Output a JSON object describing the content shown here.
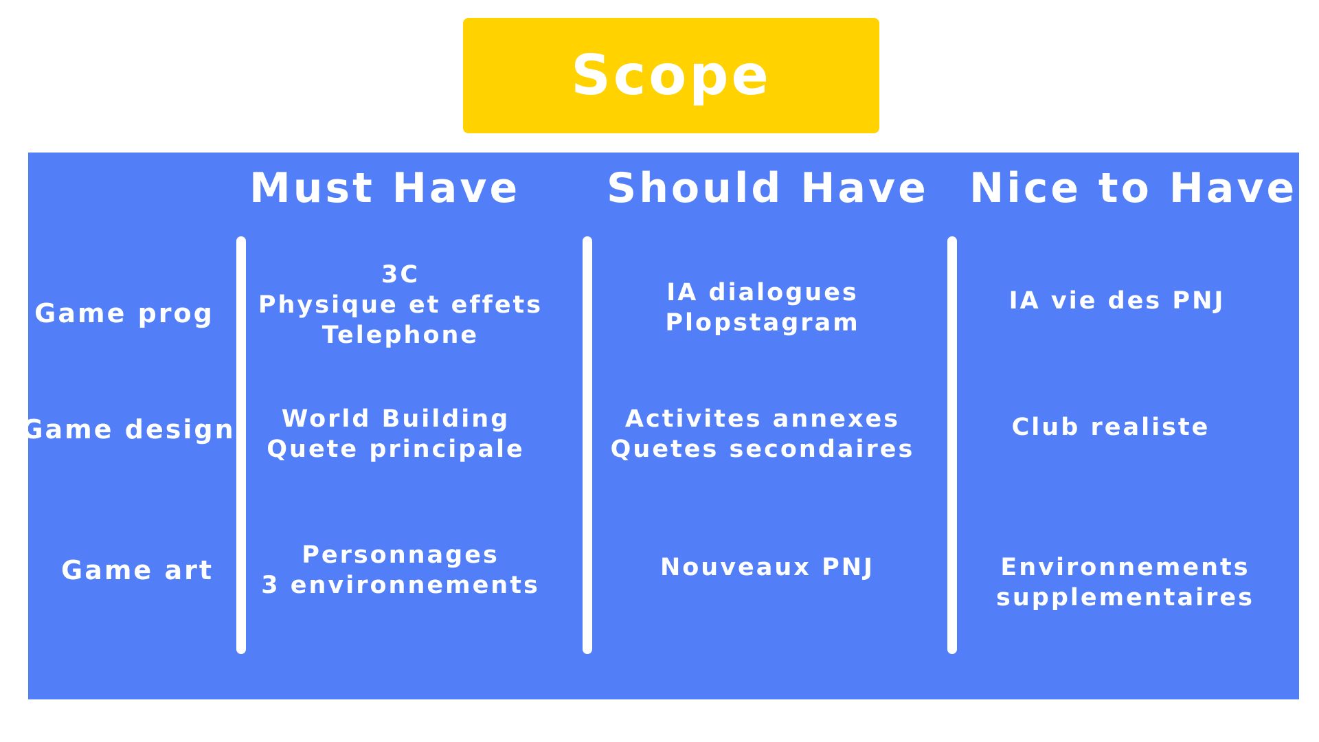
{
  "colors": {
    "title_background": "#FFD200",
    "panel_background": "#527FF7",
    "text": "#FFFFFF"
  },
  "title": "Scope",
  "columns": [
    "Must Have",
    "Should Have",
    "Nice to Have"
  ],
  "rows": [
    {
      "label": "Game prog",
      "cells": [
        [
          "3C",
          "Physique et effets",
          "Telephone"
        ],
        [
          "IA dialogues",
          "Plopstagram"
        ],
        [
          "IA vie des PNJ"
        ]
      ]
    },
    {
      "label": "Game design",
      "cells": [
        [
          "World Building",
          "Quete principale"
        ],
        [
          "Activites annexes",
          "Quetes secondaires"
        ],
        [
          "Club realiste"
        ]
      ]
    },
    {
      "label": "Game art",
      "cells": [
        [
          "Personnages",
          "3 environnements"
        ],
        [
          "Nouveaux PNJ"
        ],
        [
          "Environnements",
          "supplementaires"
        ]
      ]
    }
  ]
}
